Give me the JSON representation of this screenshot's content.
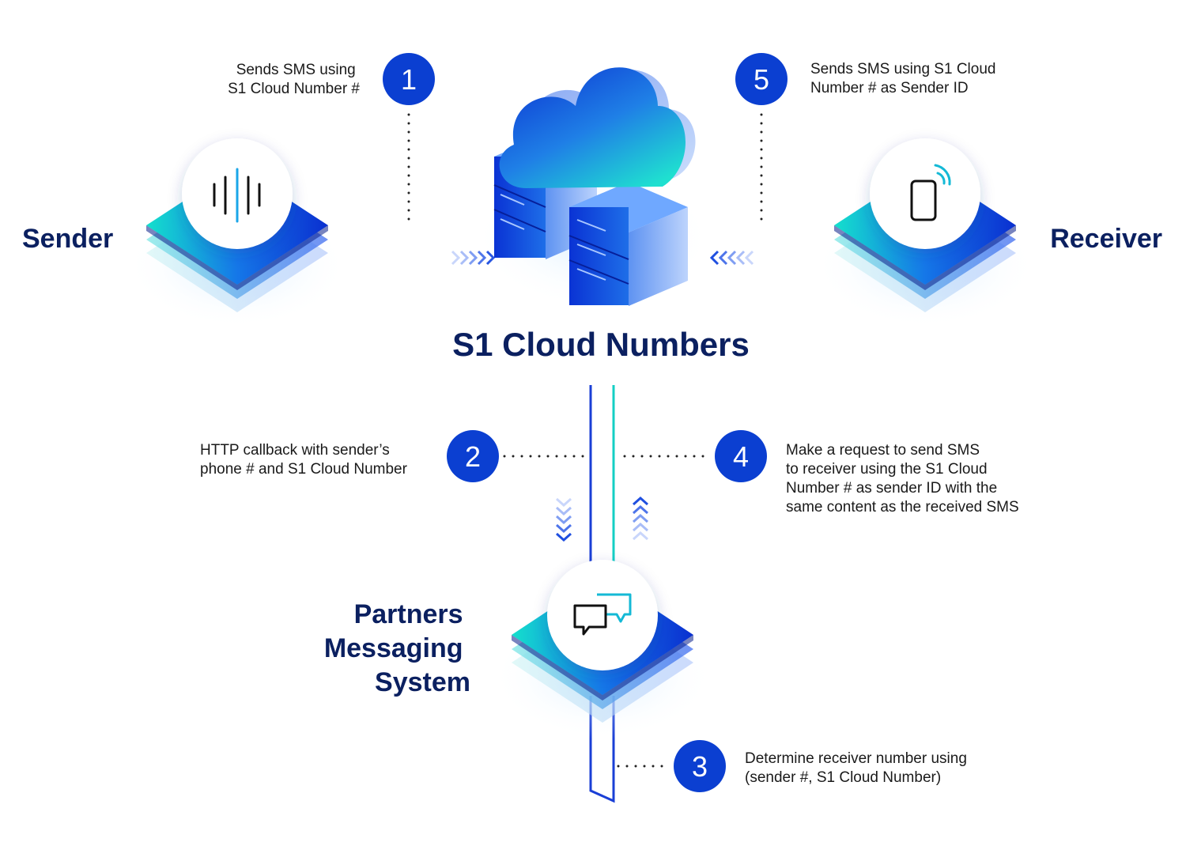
{
  "diagram": {
    "nodes": {
      "sender": {
        "label": "Sender"
      },
      "receiver": {
        "label": "Receiver"
      },
      "cloud": {
        "label": "S1 Cloud Numbers"
      },
      "partners": {
        "label_lines": [
          "Partners",
          "Messaging",
          "System"
        ]
      }
    },
    "steps": [
      {
        "number": "1",
        "text_lines": [
          "Sends SMS using",
          "S1 Cloud Number #"
        ]
      },
      {
        "number": "2",
        "text_lines": [
          "HTTP callback with sender’s",
          "phone # and S1 Cloud Number"
        ]
      },
      {
        "number": "3",
        "text_lines": [
          "Determine receiver number using",
          "(sender #, S1 Cloud Number)"
        ]
      },
      {
        "number": "4",
        "text_lines": [
          "Make a request to send SMS",
          "to receiver using the S1 Cloud",
          "Number # as sender ID with the",
          "same content as the received SMS"
        ]
      },
      {
        "number": "5",
        "text_lines": [
          "Sends SMS using S1 Cloud",
          "Number # as Sender ID"
        ]
      }
    ],
    "icons": {
      "sender": "sound-wave-icon",
      "receiver": "mobile-phone-signal-icon",
      "partners": "chat-bubbles-icon",
      "cloud": "cloud-server-icon"
    },
    "colors": {
      "primary": "#0b3fd1",
      "dark_text": "#0b2060",
      "teal": "#14d6c8",
      "light_blue": "#8fc4ff"
    }
  }
}
